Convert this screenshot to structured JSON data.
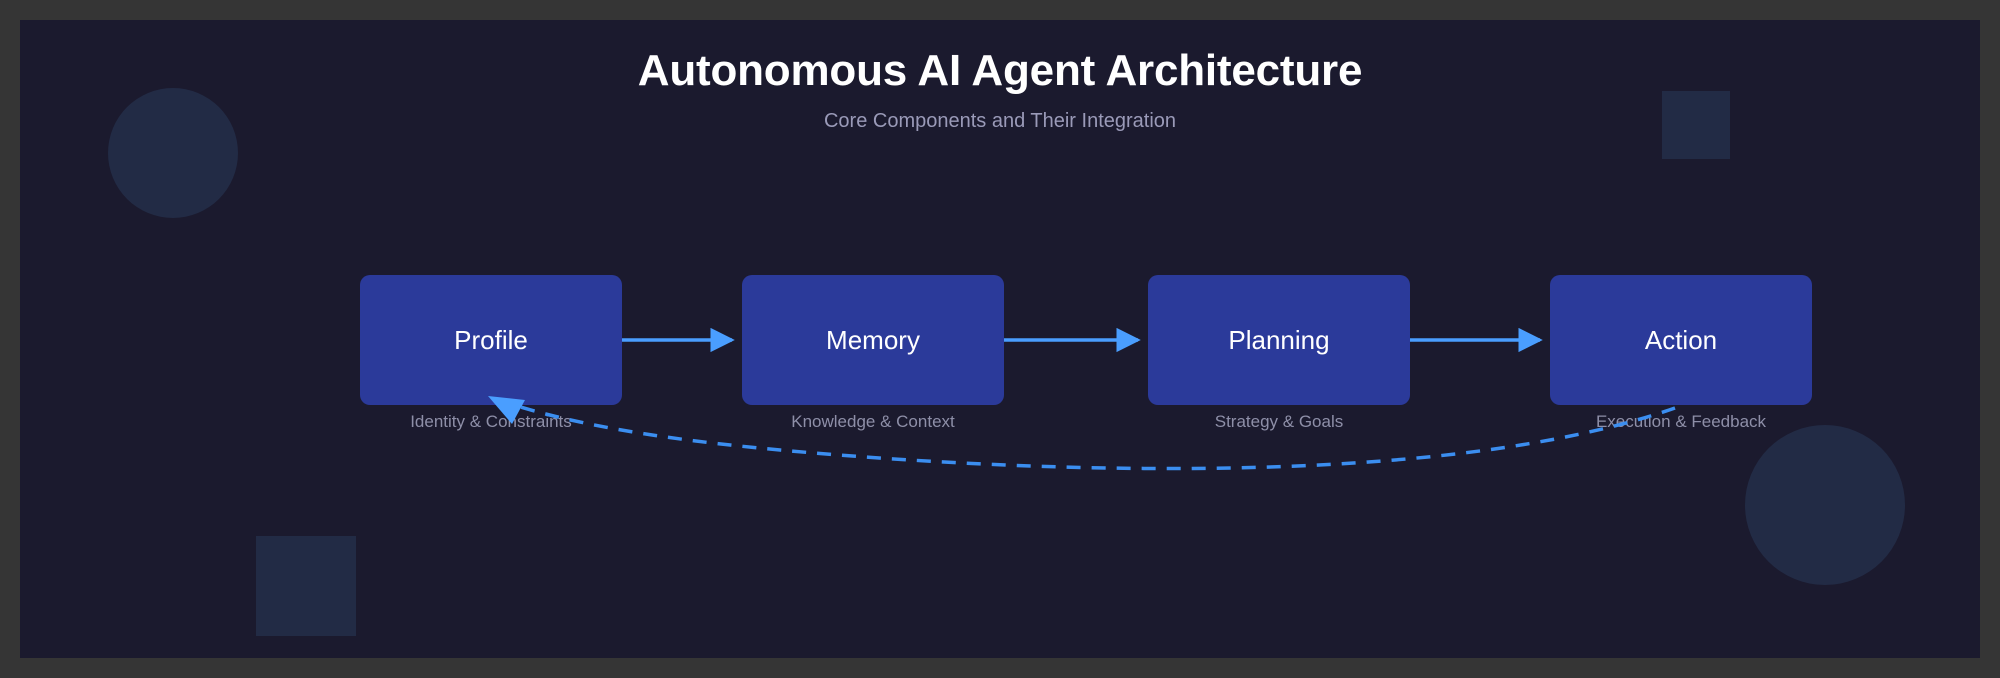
{
  "header": {
    "title": "Autonomous AI Agent Architecture",
    "subtitle": "Core Components and Their Integration"
  },
  "theme": {
    "page_border": "#353535",
    "canvas_background": "#1b1a2e",
    "node_fill": "#2b3a9a",
    "node_label_color": "#ffffff",
    "caption_color": "#8e8fa8",
    "arrow_color": "#4a9eff",
    "feedback_color": "#3b8ef0",
    "decoration_fill": "#222b45",
    "title_color": "#ffffff",
    "subtitle_color": "#9a9ab8"
  },
  "flow": {
    "nodes": [
      {
        "label": "Profile",
        "caption": "Identity & Constraints"
      },
      {
        "label": "Memory",
        "caption": "Knowledge & Context"
      },
      {
        "label": "Planning",
        "caption": "Strategy & Goals"
      },
      {
        "label": "Action",
        "caption": "Execution & Feedback"
      }
    ],
    "connectors": [
      {
        "from": "Profile",
        "to": "Memory",
        "style": "solid-arrow"
      },
      {
        "from": "Memory",
        "to": "Planning",
        "style": "solid-arrow"
      },
      {
        "from": "Planning",
        "to": "Action",
        "style": "solid-arrow"
      }
    ],
    "feedback_edge": {
      "from": "Action",
      "to": "Profile",
      "style": "dashed-curve-arrow"
    }
  },
  "decorations": [
    {
      "shape": "circle",
      "position": "top-left"
    },
    {
      "shape": "square",
      "position": "top-right"
    },
    {
      "shape": "square",
      "position": "bottom-left"
    },
    {
      "shape": "circle",
      "position": "bottom-right"
    }
  ]
}
